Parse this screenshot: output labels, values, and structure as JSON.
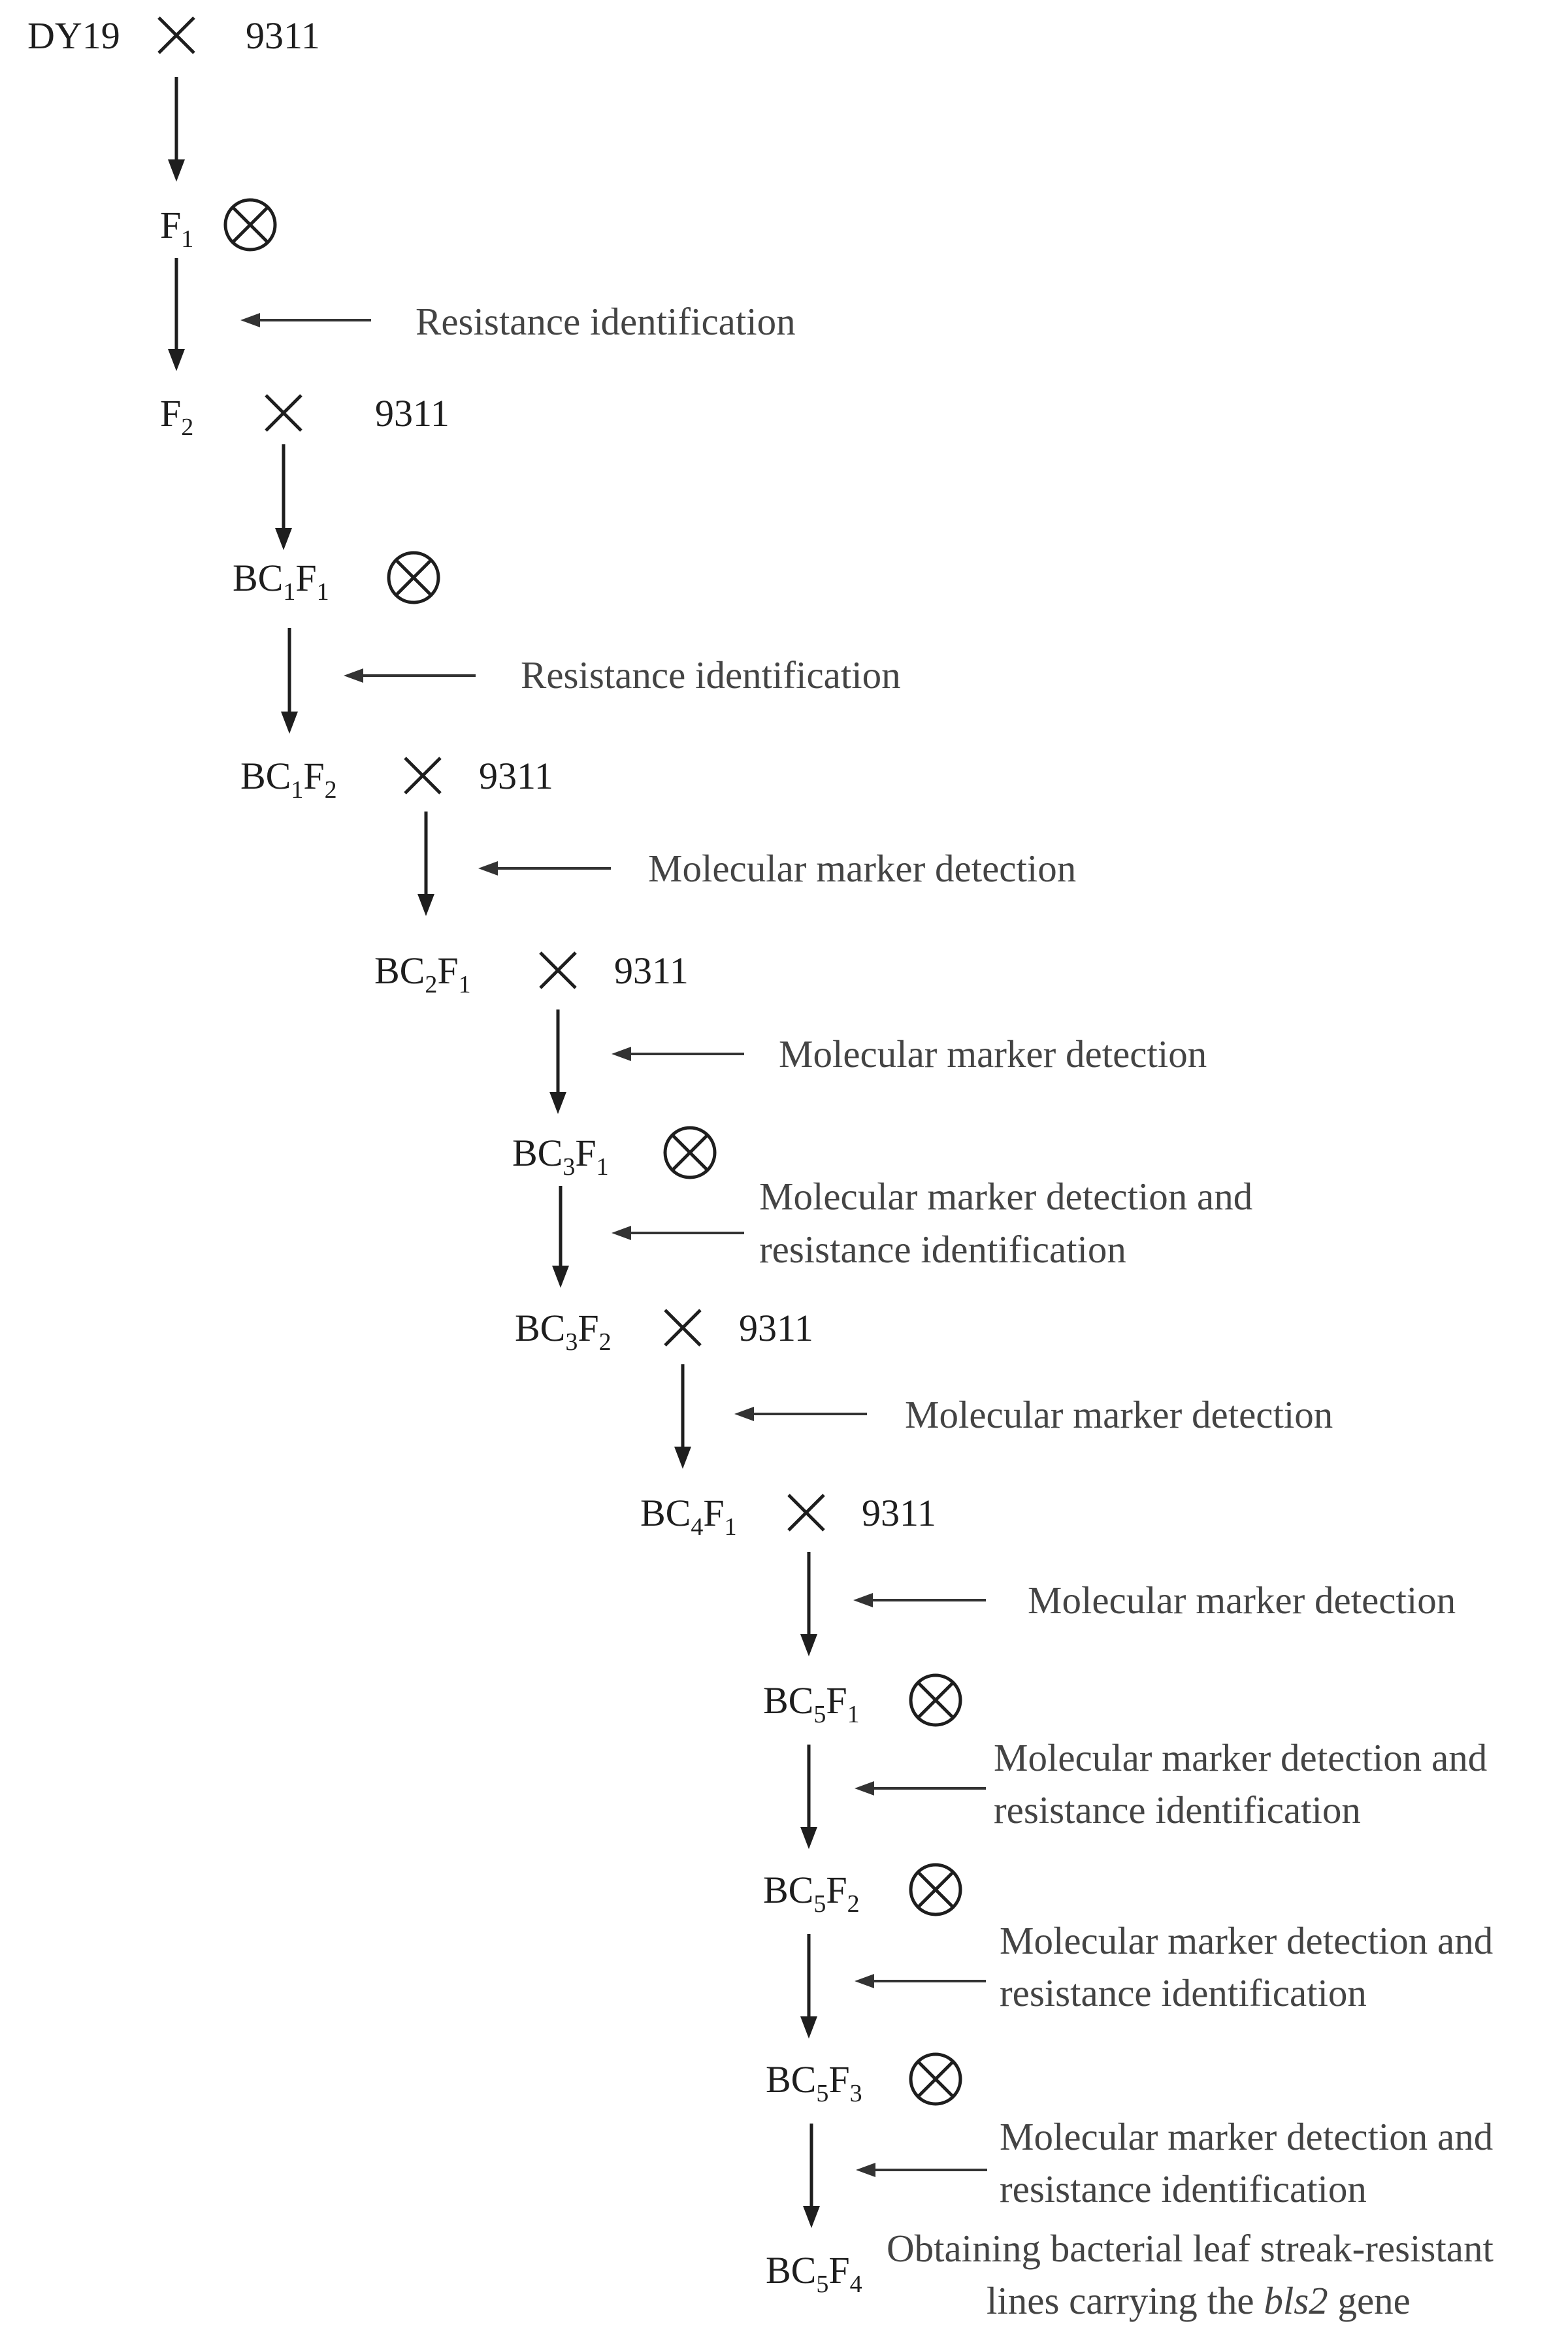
{
  "diagram": {
    "generations": [
      {
        "id": "dy19",
        "label": "DY19",
        "sub": "",
        "label2": "",
        "sub2": "",
        "op": "cross",
        "partner": "9311"
      },
      {
        "id": "f1",
        "label": "F",
        "sub": "1",
        "label2": "",
        "sub2": "",
        "op": "self",
        "partner": ""
      },
      {
        "id": "f2",
        "label": "F",
        "sub": "2",
        "label2": "",
        "sub2": "",
        "op": "cross",
        "partner": "9311"
      },
      {
        "id": "bc1f1",
        "label": "BC",
        "sub": "1",
        "label2": "F",
        "sub2": "1",
        "op": "self",
        "partner": ""
      },
      {
        "id": "bc1f2",
        "label": "BC",
        "sub": "1",
        "label2": "F",
        "sub2": "2",
        "op": "cross",
        "partner": "9311"
      },
      {
        "id": "bc2f1",
        "label": "BC",
        "sub": "2",
        "label2": "F",
        "sub2": "1",
        "op": "cross",
        "partner": "9311"
      },
      {
        "id": "bc3f1",
        "label": "BC",
        "sub": "3",
        "label2": "F",
        "sub2": "1",
        "op": "self",
        "partner": ""
      },
      {
        "id": "bc3f2",
        "label": "BC",
        "sub": "3",
        "label2": "F",
        "sub2": "2",
        "op": "cross",
        "partner": "9311"
      },
      {
        "id": "bc4f1",
        "label": "BC",
        "sub": "4",
        "label2": "F",
        "sub2": "1",
        "op": "cross",
        "partner": "9311"
      },
      {
        "id": "bc5f1",
        "label": "BC",
        "sub": "5",
        "label2": "F",
        "sub2": "1",
        "op": "self",
        "partner": ""
      },
      {
        "id": "bc5f2",
        "label": "BC",
        "sub": "5",
        "label2": "F",
        "sub2": "2",
        "op": "self",
        "partner": ""
      },
      {
        "id": "bc5f3",
        "label": "BC",
        "sub": "5",
        "label2": "F",
        "sub2": "3",
        "op": "self",
        "partner": ""
      },
      {
        "id": "bc5f4",
        "label": "BC",
        "sub": "5",
        "label2": "F",
        "sub2": "4",
        "op": "",
        "partner": ""
      }
    ],
    "notes": [
      {
        "lines": [
          "Resistance identification"
        ]
      },
      {
        "lines": [
          "Resistance identification"
        ]
      },
      {
        "lines": [
          "Molecular marker detection"
        ]
      },
      {
        "lines": [
          "Molecular marker detection"
        ]
      },
      {
        "lines": [
          "Molecular marker detection and",
          "resistance identification"
        ]
      },
      {
        "lines": [
          "Molecular marker detection"
        ]
      },
      {
        "lines": [
          "Molecular marker detection"
        ]
      },
      {
        "lines": [
          "Molecular marker detection and",
          "resistance identification"
        ]
      },
      {
        "lines": [
          "Molecular marker detection and",
          "resistance identification"
        ]
      },
      {
        "lines": [
          "Molecular marker detection and",
          "resistance identification"
        ]
      }
    ],
    "final_note": {
      "line1": "Obtaining bacterial leaf streak-resistant",
      "line2_before": "lines carrying the ",
      "gene": "bls2",
      "line2_after": " gene"
    }
  }
}
